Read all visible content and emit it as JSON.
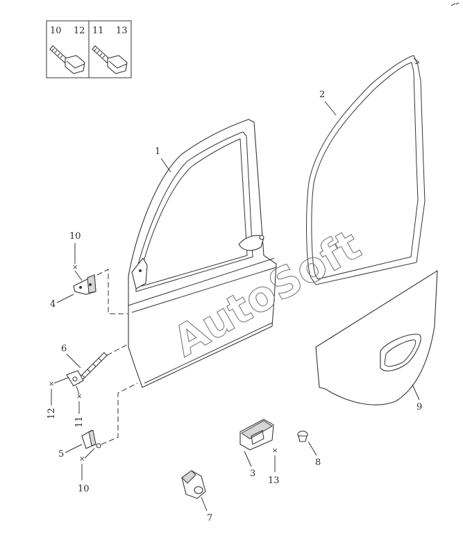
{
  "fastener_box": {
    "labels": [
      "10",
      "12",
      "11",
      "13"
    ]
  },
  "callouts": {
    "door_panel": "1",
    "weatherstrip": "2",
    "door_striker": "3",
    "upper_hinge": "4",
    "lower_hinge": "5",
    "door_check": "6",
    "bumper_stop": "7",
    "grommet": "8",
    "water_shield": "9",
    "bolt_10_upper": "10",
    "bolt_10_lower": "10",
    "bolt_11": "11",
    "bolt_12": "12",
    "bolt_13": "13"
  },
  "watermark": "AutoSoft",
  "colors": {
    "line": "#333333",
    "shade": "#d6d6d6",
    "watermark": "#7a7a7a"
  }
}
